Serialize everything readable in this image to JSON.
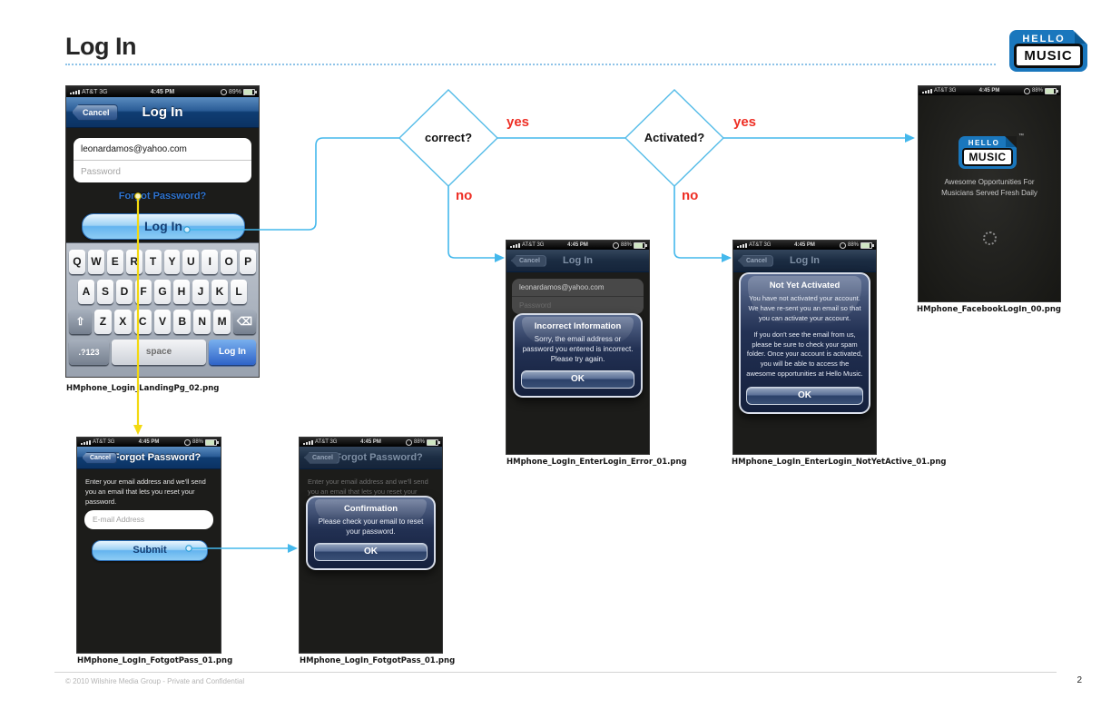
{
  "header": {
    "title": "Log In"
  },
  "logo": {
    "hello": "HELLO",
    "music": "MUSIC",
    "tm": "™"
  },
  "flow": {
    "decision1": {
      "label": "correct?",
      "yes_label": "yes",
      "no_label": "no"
    },
    "decision2": {
      "label": "Activated?",
      "yes_label": "yes",
      "no_label": "no"
    },
    "line_color": "#44b8ec",
    "branch_label_color": "#ee2e24",
    "forgot_line_color": "#f3d911"
  },
  "phones": {
    "landing": {
      "status": {
        "carrier": "AT&T 3G",
        "time": "4:45 PM",
        "battery": "89%"
      },
      "nav": {
        "cancel_label": "Cancel",
        "title": "Log In"
      },
      "email_value": "leonardamos@yahoo.com",
      "password_placeholder": "Password",
      "forgot_password_link": "Forgot Password?",
      "login_button_label": "Log In",
      "keyboard": {
        "row1": [
          "Q",
          "W",
          "E",
          "R",
          "T",
          "Y",
          "U",
          "I",
          "O",
          "P"
        ],
        "row2": [
          "A",
          "S",
          "D",
          "F",
          "G",
          "H",
          "J",
          "K",
          "L"
        ],
        "row3": [
          "Z",
          "X",
          "C",
          "V",
          "B",
          "N",
          "M"
        ],
        "shift_icon": "⇧",
        "backspace_icon": "⌫",
        "numbers_key_label": ".?123",
        "space_key_label": "space",
        "return_key_label": "Log In"
      },
      "caption": "HMphone_Login_LandingPg_02.png"
    },
    "error": {
      "status": {
        "carrier": "AT&T 3G",
        "time": "4:45 PM",
        "battery": "88%"
      },
      "nav": {
        "cancel_label": "Cancel",
        "title": "Log In"
      },
      "email_value": "leonardamos@yahoo.com",
      "password_placeholder": "Password",
      "alert": {
        "title": "Incorrect Information",
        "body": "Sorry, the email address or password you entered is incorrect. Please try again.",
        "ok_label": "OK"
      },
      "caption": "HMphone_LogIn_EnterLogin_Error_01.png"
    },
    "not_activated": {
      "status": {
        "carrier": "AT&T 3G",
        "time": "4:45 PM",
        "battery": "88%"
      },
      "nav": {
        "cancel_label": "Cancel",
        "title": "Log In"
      },
      "alert": {
        "title": "Not Yet Activated",
        "body1": "You have not activated your account. We have re-sent you an email so that you can activate your account.",
        "body2": "If you don't see the email from us, please be sure to check your spam folder. Once your account is activated, you will be able to access the awesome opportunities at Hello Music.",
        "ok_label": "OK"
      },
      "caption": "HMphone_LogIn_EnterLogin_NotYetActive_01.png"
    },
    "splash": {
      "status": {
        "carrier": "AT&T 3G",
        "time": "4:45 PM",
        "battery": "88%"
      },
      "logo": {
        "hello": "HELLO",
        "music": "MUSIC",
        "tm": "™"
      },
      "tagline_line1": "Awesome Opportunities For",
      "tagline_line2": "Musicians Served Fresh Daily",
      "caption": "HMphone_FacebookLogIn_00.png"
    },
    "forgot": {
      "status": {
        "carrier": "AT&T 3G",
        "time": "4:45 PM",
        "battery": "88%"
      },
      "nav": {
        "cancel_label": "Cancel",
        "title": "Forgot Password?"
      },
      "instructions": "Enter your email address and we'll send you an email that lets you reset your password.",
      "email_placeholder": "E-mail Address",
      "submit_button_label": "Submit",
      "caption": "HMphone_LogIn_FotgotPass_01.png"
    },
    "confirmation": {
      "status": {
        "carrier": "AT&T 3G",
        "time": "4:45 PM",
        "battery": "88%"
      },
      "nav": {
        "cancel_label": "Cancel",
        "title": "Forgot Password?"
      },
      "instructions": "Enter your email address and we'll send you an email that lets you reset your password.",
      "alert": {
        "title": "Confirmation",
        "body": "Please check your email to reset your password.",
        "ok_label": "OK"
      },
      "caption": "HMphone_LogIn_FotgotPass_01.png"
    }
  },
  "footer": {
    "copyright": "© 2010 Wilshire Media Group - Private and Confidential",
    "page_number": "2"
  }
}
